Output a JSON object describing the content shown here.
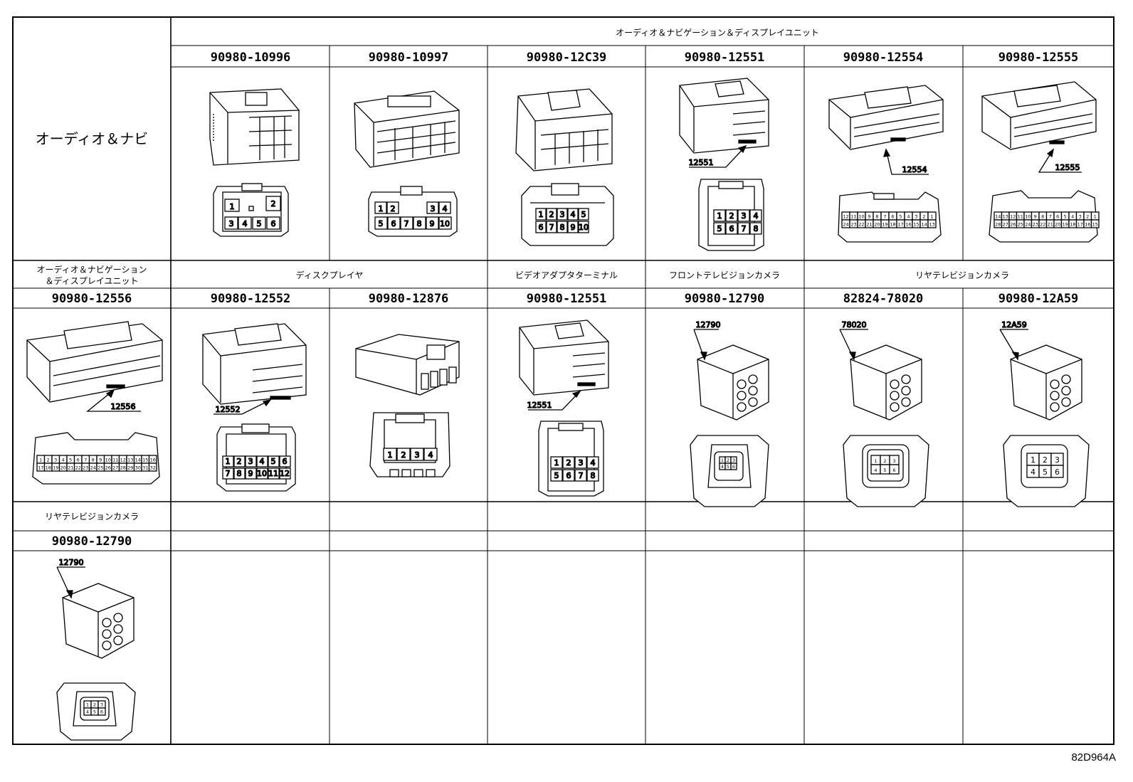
{
  "sections": {
    "top_left": "オーディオ＆ナビ",
    "top_header": "オーディオ＆ナビゲーション＆ディスプレイユニット",
    "row2_col1_line1": "オーディオ＆ナビゲーション",
    "row2_col1_line2": "＆ディスプレイユニット",
    "disc_player": "ディスクプレイヤ",
    "video_adapter": "ビデオアダプタターミナル",
    "front_camera": "フロントテレビジョンカメラ",
    "rear_camera_row2": "リヤテレビジョンカメラ",
    "rear_camera_row3": "リヤテレビジョンカメラ"
  },
  "parts": {
    "r1": [
      "90980-10996",
      "90980-10997",
      "90980-12C39",
      "90980-12551",
      "90980-12554",
      "90980-12555"
    ],
    "r2": [
      "90980-12556",
      "90980-12552",
      "90980-12876",
      "90980-12551",
      "90980-12790",
      "82824-78020",
      "90980-12A59"
    ],
    "r3": [
      "90980-12790"
    ]
  },
  "callouts": {
    "c_12551_a": "12551",
    "c_12554": "12554",
    "c_12555": "12555",
    "c_12556": "12556",
    "c_12552": "12552",
    "c_12551_b": "12551",
    "c_12790_a": "12790",
    "c_78020": "78020",
    "c_12a59": "12A59",
    "c_12790_b": "12790"
  },
  "pins": {
    "p2_left": "1",
    "p2_mid": "2",
    "p6_top": [
      "1",
      "2"
    ],
    "p6_bot": [
      "3",
      "4",
      "5",
      "6"
    ],
    "p10_top": [
      "1",
      "2",
      "3",
      "4"
    ],
    "p10_bot": [
      "5",
      "6",
      "7",
      "8",
      "9",
      "10"
    ],
    "p10b_top": [
      "1",
      "2",
      "3",
      "4",
      "5"
    ],
    "p10b_bot": [
      "6",
      "7",
      "8",
      "9",
      "10"
    ],
    "p8_top": [
      "1",
      "2",
      "3",
      "4"
    ],
    "p8_bot": [
      "5",
      "6",
      "7",
      "8"
    ],
    "p4": [
      "1",
      "2",
      "3",
      "4"
    ],
    "p12_top": [
      "1",
      "2",
      "3",
      "4",
      "5",
      "6"
    ],
    "p12_bot": [
      "7",
      "8",
      "9",
      "10",
      "11",
      "12"
    ],
    "p6c_top": [
      "1",
      "2",
      "3"
    ],
    "p6c_bot": [
      "4",
      "5",
      "6"
    ],
    "p20_top": [
      "12",
      "11",
      "10",
      "9",
      "8",
      "7",
      "6",
      "5",
      "4",
      "3",
      "2",
      "1"
    ],
    "p20_bot": [
      "24",
      "23",
      "22",
      "21",
      "20",
      "19",
      "18",
      "17",
      "16",
      "15",
      "14",
      "13"
    ],
    "p28_top": [
      "14",
      "13",
      "12",
      "11",
      "10",
      "9",
      "8",
      "7",
      "6",
      "5",
      "4",
      "3",
      "2",
      "1"
    ],
    "p28_bot": [
      "28",
      "27",
      "26",
      "25",
      "24",
      "23",
      "22",
      "21",
      "20",
      "19",
      "18",
      "17",
      "16",
      "15"
    ],
    "p32_top": [
      "1",
      "2",
      "3",
      "4",
      "5",
      "6",
      "7",
      "8",
      "9",
      "10",
      "11",
      "12",
      "13",
      "14",
      "15",
      "16"
    ],
    "p32_bot": [
      "17",
      "18",
      "19",
      "20",
      "21",
      "22",
      "23",
      "24",
      "25",
      "26",
      "27",
      "28",
      "29",
      "30",
      "31",
      "32"
    ]
  },
  "drawing_code": "82D964A"
}
